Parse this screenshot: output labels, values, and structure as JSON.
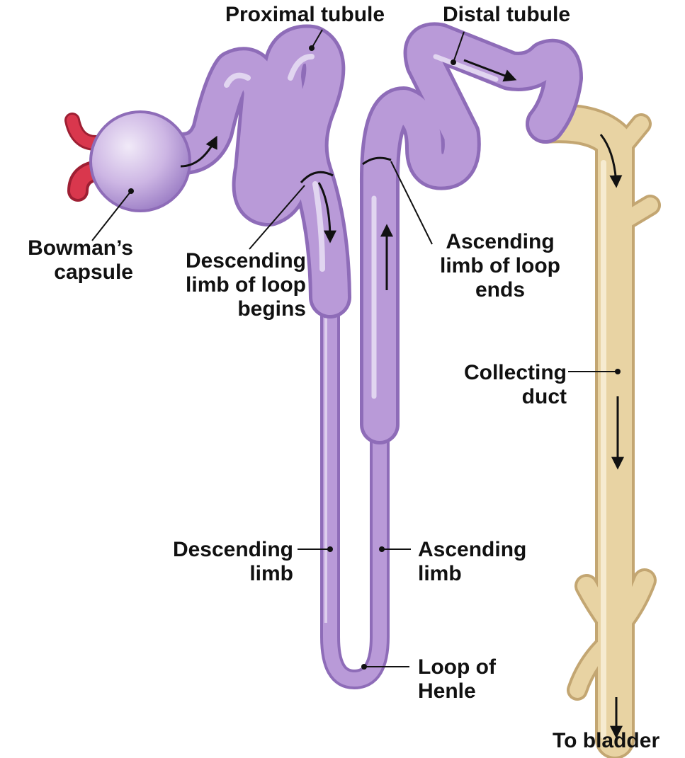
{
  "colors": {
    "tubule": "#b99ad8",
    "tubule_shade": "#8e6cb8",
    "tubule_highlight": "#e6dbf3",
    "duct": "#e8d3a3",
    "duct_shade": "#c3a672",
    "duct_highlight": "#f8efd8",
    "artery": "#d9374d",
    "artery_shade": "#9e1f33",
    "leader": "#111111"
  },
  "labels": {
    "proximal_tubule": "Proximal tubule",
    "distal_tubule": "Distal tubule",
    "bowmans_capsule": [
      "Bowman’s",
      "capsule"
    ],
    "descending_limb_begins": [
      "Descending",
      "limb of loop",
      "begins"
    ],
    "ascending_limb_ends": [
      "Ascending",
      "limb of loop",
      "ends"
    ],
    "collecting_duct": [
      "Collecting",
      "duct"
    ],
    "descending_limb": [
      "Descending",
      "limb"
    ],
    "ascending_limb": [
      "Ascending",
      "limb"
    ],
    "loop_of_henle": [
      "Loop of",
      "Henle"
    ],
    "to_bladder": "To bladder"
  }
}
